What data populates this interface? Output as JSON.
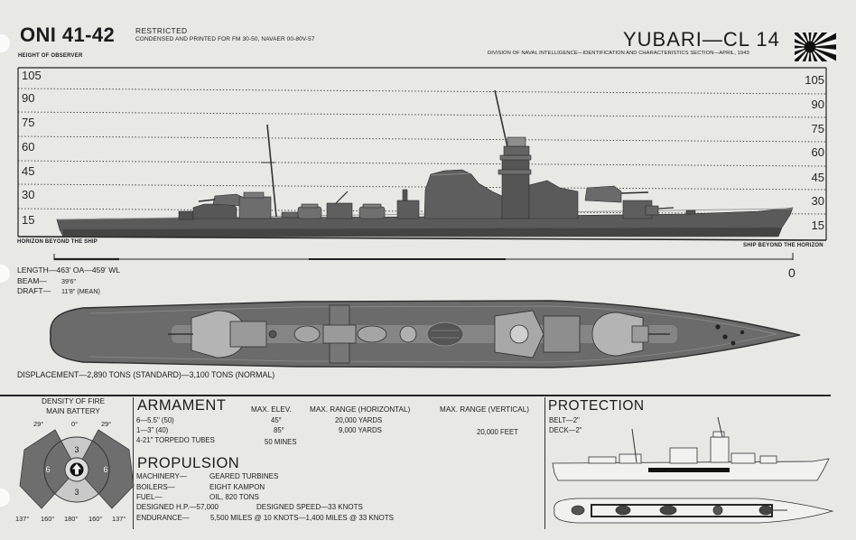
{
  "header": {
    "doc_id": "ONI 41-42",
    "classification": "RESTRICTED",
    "printed_for": "CONDENSED AND PRINTED FOR FM 30-50, NAVAER 00-80V-57",
    "ship_title": "YUBARI—CL 14",
    "source_line": "DIVISION OF NAVAL INTELLIGENCE—IDENTIFICATION AND CHARACTERISTICS SECTION—APRIL, 1943",
    "flag_icon": "rising-sun-ensign-icon"
  },
  "height_scale": {
    "title": "HEIGHT OF OBSERVER",
    "left_labels": [
      "105",
      "90",
      "75",
      "60",
      "45",
      "30",
      "15"
    ],
    "right_labels": [
      "105",
      "90",
      "75",
      "60",
      "45",
      "30",
      "15"
    ],
    "horizon_beyond_ship": "HORIZON BEYOND THE SHIP",
    "ship_beyond_horizon": "SHIP BEYOND THE HORIZON",
    "range_zero": "0"
  },
  "dimensions": {
    "length": "LENGTH—463' OA—459' WL",
    "beam_label": "BEAM—",
    "beam_value": "39'6\"",
    "draft_label": "DRAFT—",
    "draft_value": "11'8\" (MEAN)",
    "displacement": "DISPLACEMENT—2,890 TONS (STANDARD)—3,100 TONS (NORMAL)"
  },
  "density_of_fire": {
    "title": "DENSITY OF FIRE",
    "subtitle": "MAIN BATTERY",
    "top_angles": [
      "29°",
      "0°",
      "29°"
    ],
    "fore_count": "3",
    "port_count": "6",
    "starboard_count": "6",
    "aft_count": "3",
    "bottom_angles": [
      "137°",
      "160°",
      "180°",
      "160°",
      "137°"
    ],
    "center_icon": "ship-heading-arrow-icon"
  },
  "armament": {
    "heading": "ARMAMENT",
    "columns": [
      "MAX. ELEV.",
      "MAX. RANGE (HORIZONTAL)",
      "MAX. RANGE (VERTICAL)"
    ],
    "rows": [
      {
        "weapon": "6—5.5\" (50)",
        "max_elev": "45°",
        "range_horizontal": "20,000 YARDS"
      },
      {
        "weapon": "1—3\" (40)",
        "max_elev": "85°",
        "range_horizontal": "9,000 YARDS",
        "range_vertical": "20,000 FEET"
      },
      {
        "weapon": "4-21\" TORPEDO TUBES"
      }
    ],
    "mines": "50 MINES"
  },
  "propulsion": {
    "heading": "PROPULSION",
    "machinery_label": "MACHINERY—",
    "machinery_value": "GEARED TURBINES",
    "boilers_label": "BOILERS—",
    "boilers_value": "EIGHT KAMPON",
    "fuel_label": "FUEL—",
    "fuel_value": "OIL, 820 TONS",
    "designed_hp": "DESIGNED H.P.—57,000",
    "designed_speed": "DESIGNED SPEED—33 KNOTS",
    "endurance_label": "ENDURANCE—",
    "endurance_value": "5,500 MILES @ 10 KNOTS—1,400 MILES @ 33 KNOTS"
  },
  "protection": {
    "heading": "PROTECTION",
    "belt": "BELT—2\"",
    "deck": "DECK—2\""
  },
  "colors": {
    "paper": "#e8e8e5",
    "ink": "#1c1c1c",
    "hull": "#5a5a5a"
  }
}
